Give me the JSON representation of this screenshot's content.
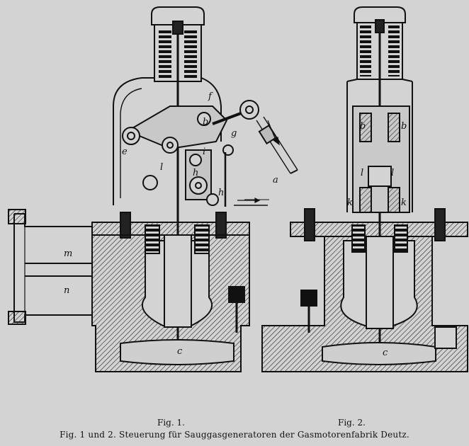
{
  "figure": {
    "fig1_label": "Fig. 1.",
    "fig2_label": "Fig. 2.",
    "caption": "Fig. 1 und 2.  Steuerung für Sauggasgeneratoren der Gasmotorenfabrik Deutz.",
    "fig1_letters": [
      "f",
      "b",
      "e",
      "g",
      "i",
      "l",
      "h",
      "h",
      "a",
      "m",
      "n",
      "c"
    ],
    "fig2_letters": [
      "b",
      "b",
      "l",
      "l",
      "k",
      "k",
      "c"
    ]
  }
}
